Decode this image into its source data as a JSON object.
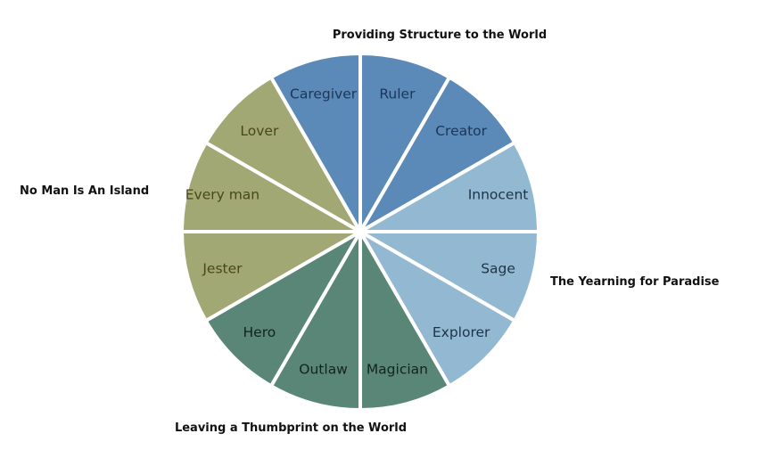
{
  "group_labels": {
    "top": "Providing Structure to the World",
    "right": "The Yearning for Paradise",
    "bottom": "Leaving a Thumbprint on the World",
    "left": "No Man Is An Island"
  },
  "colors": {
    "structure": "#5b8ab9",
    "paradise": "#93b9d2",
    "thumbprint": "#5a8677",
    "island": "#a2a874",
    "divider": "#ffffff"
  },
  "segments": [
    {
      "label": "Ruler",
      "group": "structure",
      "text_color": "#1d3557"
    },
    {
      "label": "Creator",
      "group": "structure",
      "text_color": "#1d3557"
    },
    {
      "label": "Innocent",
      "group": "paradise",
      "text_color": "#1f3346"
    },
    {
      "label": "Sage",
      "group": "paradise",
      "text_color": "#1f3346"
    },
    {
      "label": "Explorer",
      "group": "paradise",
      "text_color": "#1f3346"
    },
    {
      "label": "Magician",
      "group": "thumbprint",
      "text_color": "#13231d"
    },
    {
      "label": "Outlaw",
      "group": "thumbprint",
      "text_color": "#13231d"
    },
    {
      "label": "Hero",
      "group": "thumbprint",
      "text_color": "#13231d"
    },
    {
      "label": "Jester",
      "group": "island",
      "text_color": "#4b4618"
    },
    {
      "label": "Every man",
      "group": "island",
      "text_color": "#4b4618"
    },
    {
      "label": "Lover",
      "group": "island",
      "text_color": "#4b4618"
    },
    {
      "label": "Caregiver",
      "group": "structure",
      "text_color": "#1d3557"
    }
  ]
}
